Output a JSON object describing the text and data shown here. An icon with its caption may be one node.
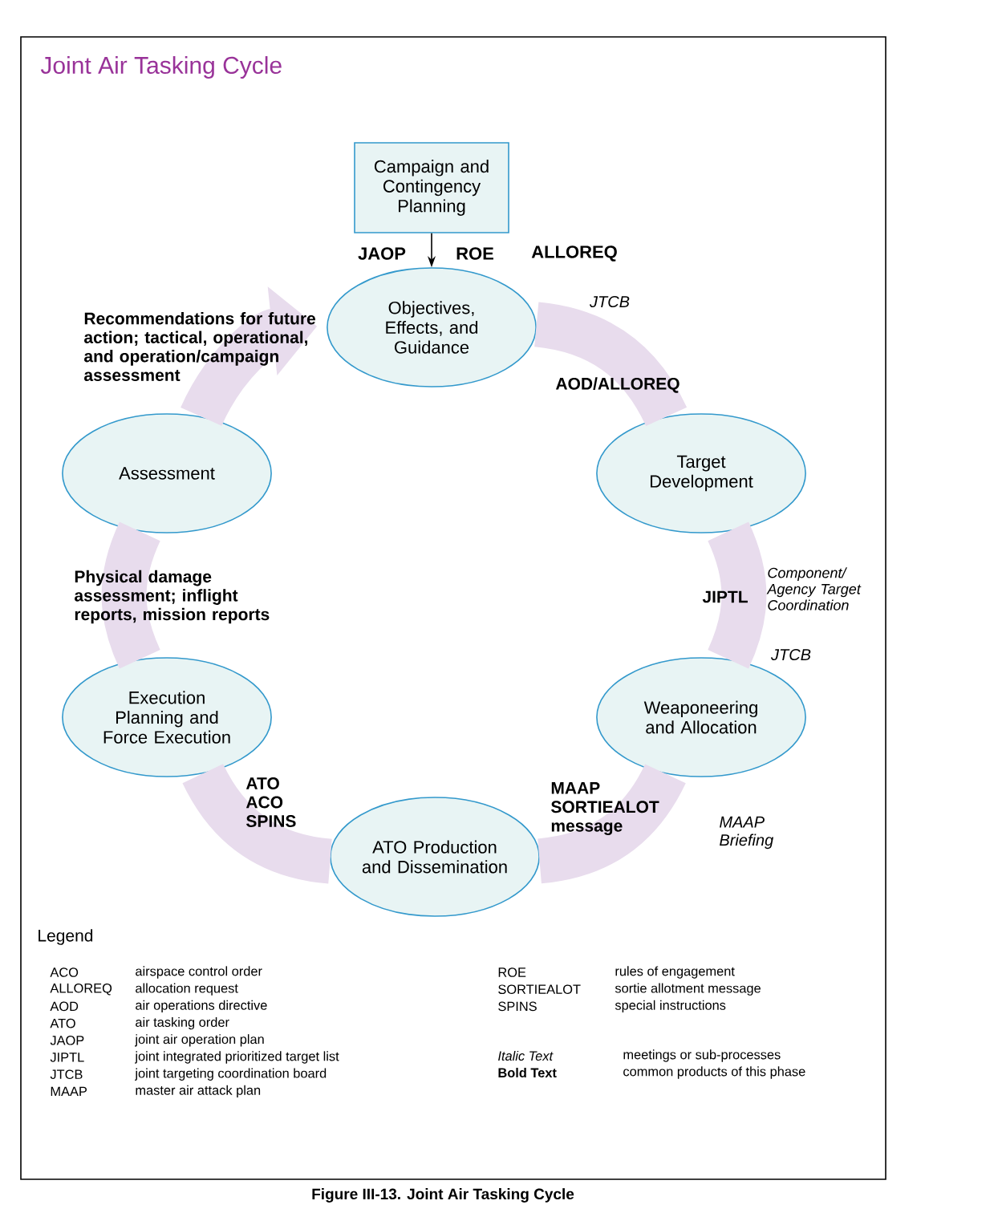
{
  "diagram": {
    "title": "Joint Air Tasking Cycle",
    "caption": "Figure III-13.  Joint Air Tasking Cycle",
    "nodes": [
      {
        "text": [
          "Campaign and Contingency Planning"
        ]
      },
      {
        "text": [
          "Objectives, Effects, and Guidance"
        ]
      },
      {
        "text": [
          "Target Development"
        ]
      },
      {
        "text": [
          "Weaponeering and Allocation"
        ]
      },
      {
        "text": [
          "ATO Production and Dissemination"
        ]
      },
      {
        "text": [
          "Execution Planning and Force Execution"
        ]
      },
      {
        "text": [
          "Assessment"
        ]
      }
    ],
    "edges": [
      {
        "from": 0,
        "to": 1,
        "arrow": "to",
        "color": "#000000"
      },
      {
        "from": 1,
        "to": 2,
        "arrow": "none",
        "label": "AOD/ALLOREQ"
      },
      {
        "from": 2,
        "to": 3,
        "arrow": "none",
        "label": "JIPTL"
      },
      {
        "from": 3,
        "to": 4,
        "arrow": "none",
        "label": "MAAP SORTIEALOT message"
      },
      {
        "from": 4,
        "to": 5,
        "arrow": "none",
        "label": "ATO ACO SPINS"
      },
      {
        "from": 5,
        "to": 6,
        "arrow": "none",
        "label": "Physical damage assessment; inflight reports, mission reports"
      },
      {
        "from": 6,
        "to": 1,
        "arrow": "to",
        "label": "Recommendations for future action; tactical, operational, and operation/campaign assessment"
      }
    ],
    "labels": [
      "JAOP",
      "ROE",
      "ALLOREQ",
      "JTCB",
      "Component/ Agency Target Coordination",
      "JTCB",
      "MAAP Briefing",
      "Legend",
      "ACO",
      "airspace control order",
      "ALLOREQ",
      "allocation request",
      "AOD",
      "air operations directive",
      "ATO",
      "air tasking order",
      "JAOP",
      "joint air operation plan",
      "JIPTL",
      "joint integrated prioritized target list",
      "JTCB",
      "joint targeting coordination board",
      "MAAP",
      "master air attack plan",
      "ROE",
      "rules of engagement",
      "SORTIEALOT",
      "sortie allotment message",
      "SPINS",
      "special instructions",
      "Italic Text",
      "meetings or sub-processes",
      "Bold Text",
      "common products of this phase"
    ]
  }
}
